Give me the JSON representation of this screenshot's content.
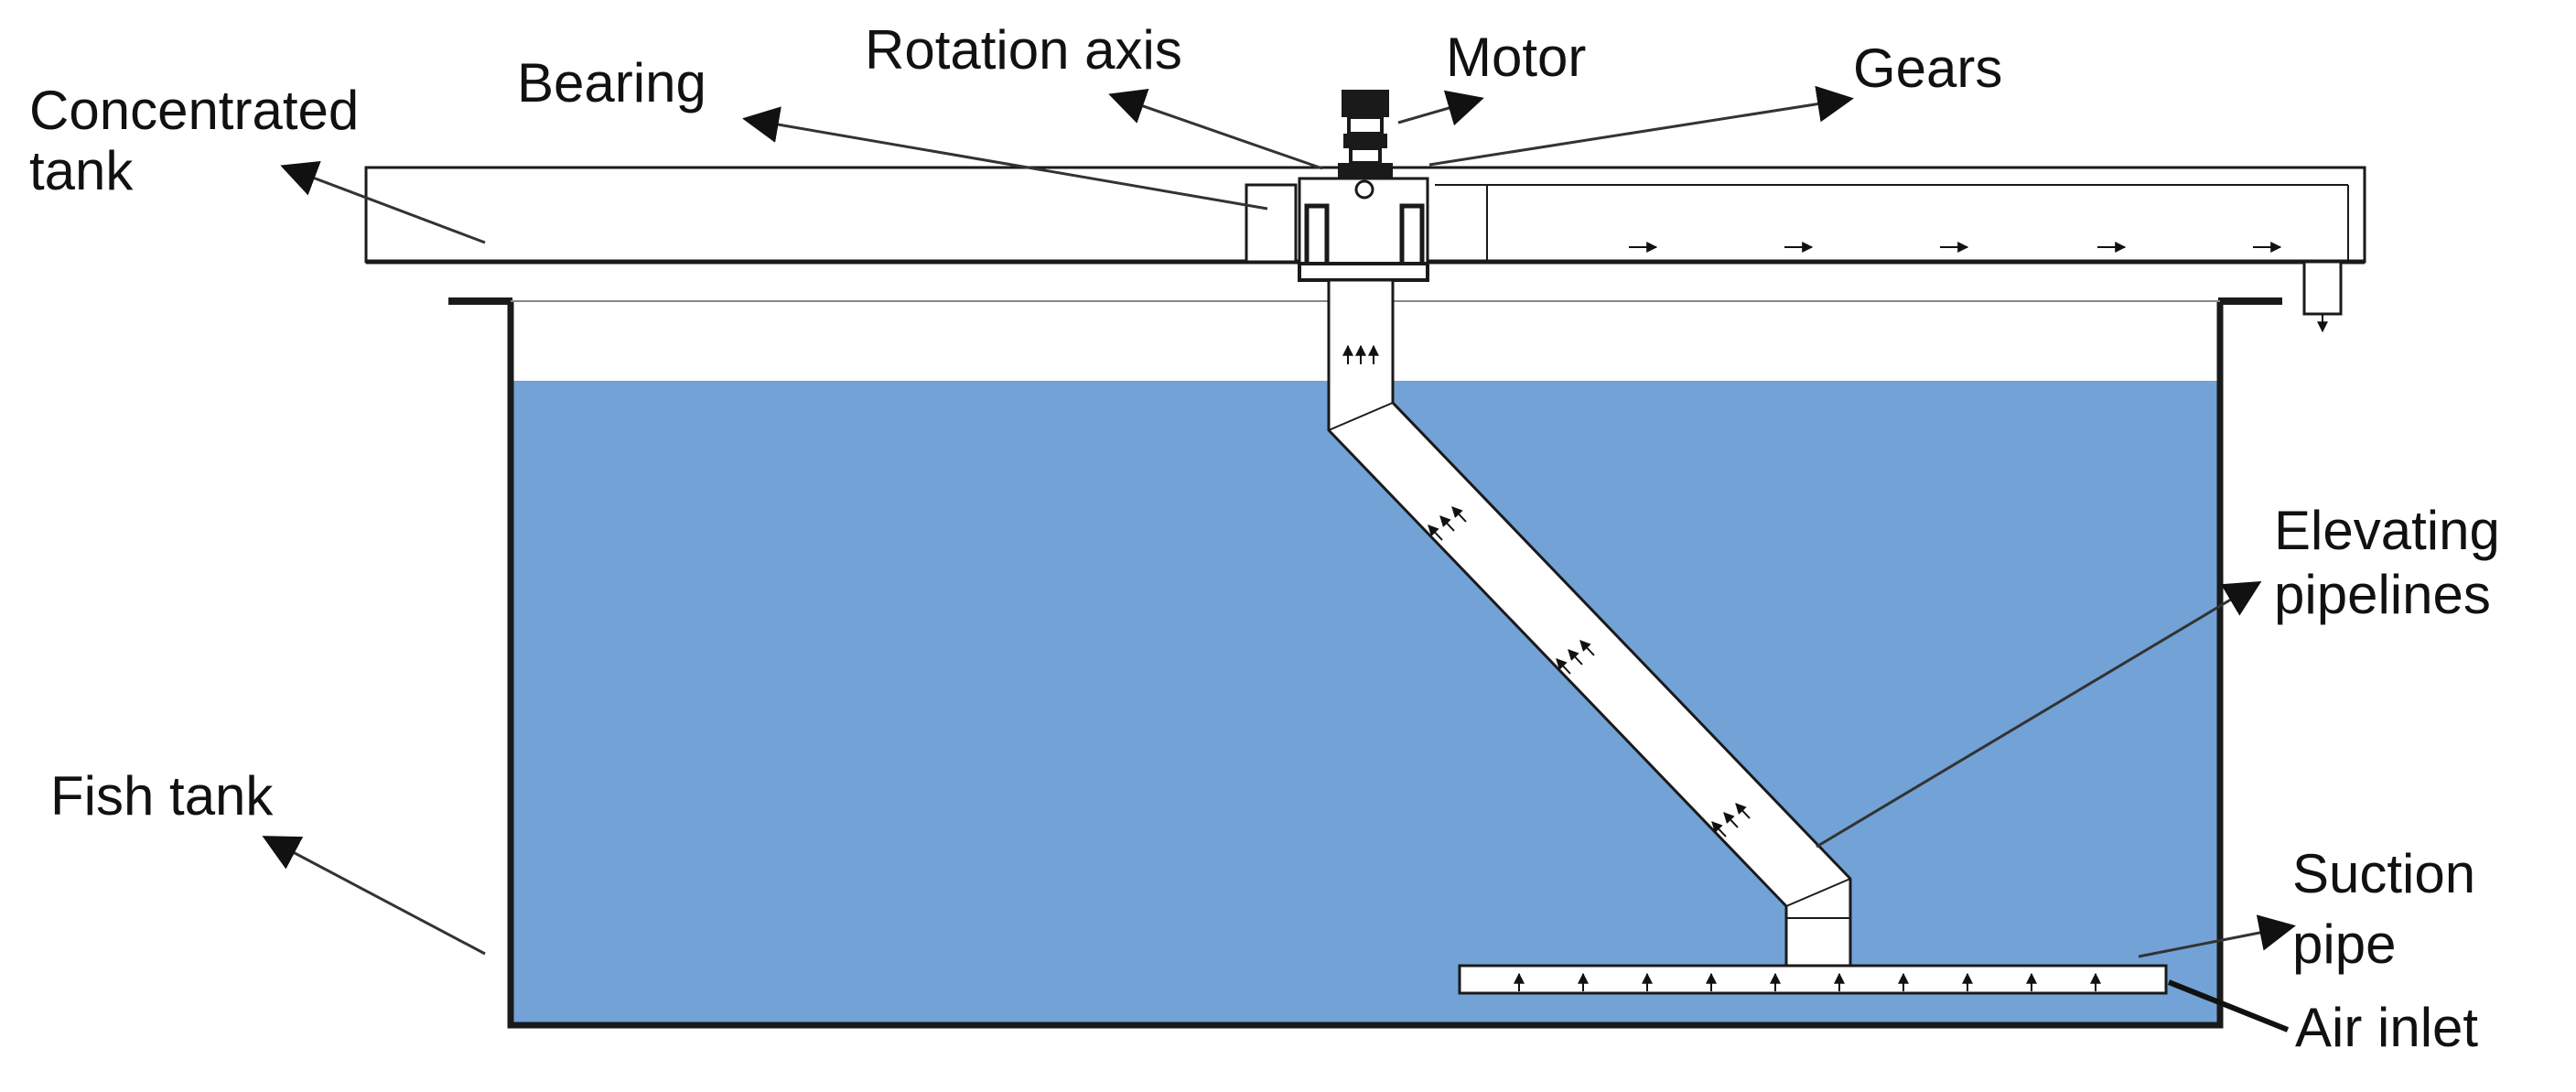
{
  "labels": {
    "concentrated_tank": {
      "line1": "Concentrated",
      "line2": "tank"
    },
    "bearing": "Bearing",
    "rotation_axis": "Rotation axis",
    "motor": "Motor",
    "gears": "Gears",
    "elevating_pipelines": {
      "line1": "Elevating",
      "line2": "pipelines"
    },
    "fish_tank": "Fish tank",
    "suction_pipe": {
      "line1": "Suction",
      "line2": "pipe"
    },
    "air_inlet": "Air inlet"
  },
  "colors": {
    "water": "#72A2D6",
    "outline": "#1a1a1a",
    "pipe_fill": "#ffffff",
    "arrow": "#111111",
    "leader": "#333333"
  }
}
